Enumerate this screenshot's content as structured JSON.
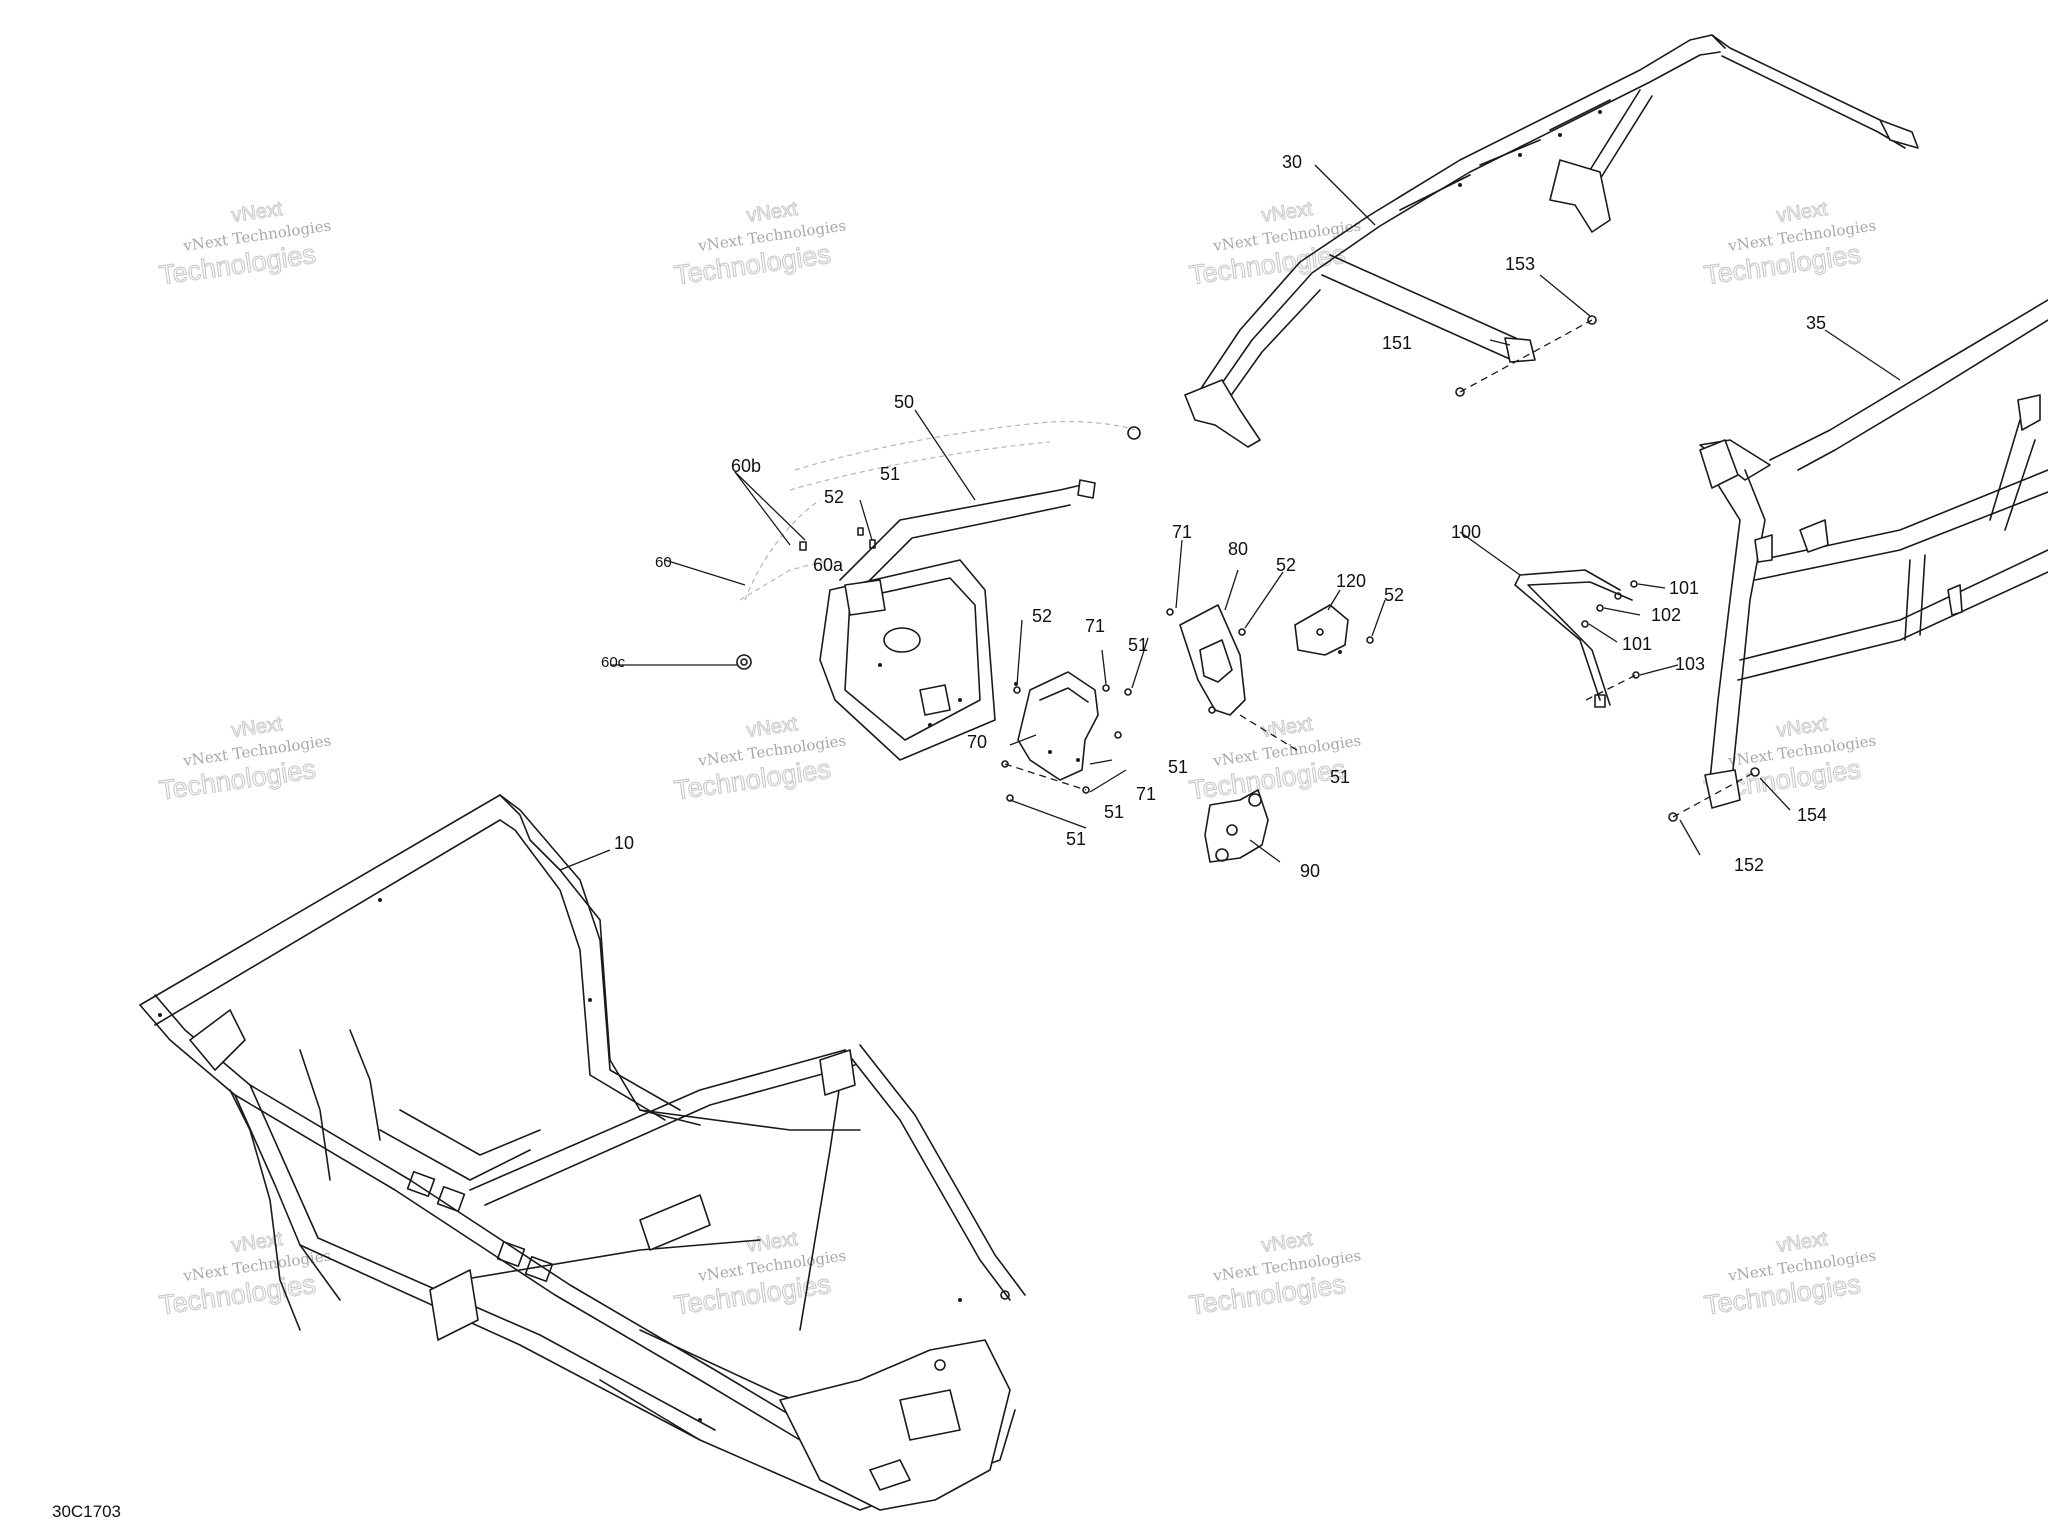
{
  "figure_code": "30C1703",
  "watermark": {
    "line1": "vNext Technologies",
    "line2": "Technologies",
    "line3": "vNext"
  },
  "callouts": {
    "c10": "10",
    "c30": "30",
    "c35": "35",
    "c50": "50",
    "c51a": "51",
    "c51b": "51",
    "c51c": "51",
    "c51d": "51",
    "c51e": "51",
    "c51f": "51",
    "c52a": "52",
    "c52b": "52",
    "c52c": "52",
    "c52d": "52",
    "c60": "60",
    "c60a": "60a",
    "c60b": "60b",
    "c60c": "60c",
    "c70": "70",
    "c71a": "71",
    "c71b": "71",
    "c71c": "71",
    "c80": "80",
    "c90": "90",
    "c100": "100",
    "c101a": "101",
    "c101b": "101",
    "c102": "102",
    "c103": "103",
    "c120": "120",
    "c151": "151",
    "c152": "152",
    "c153": "153",
    "c154": "154"
  }
}
